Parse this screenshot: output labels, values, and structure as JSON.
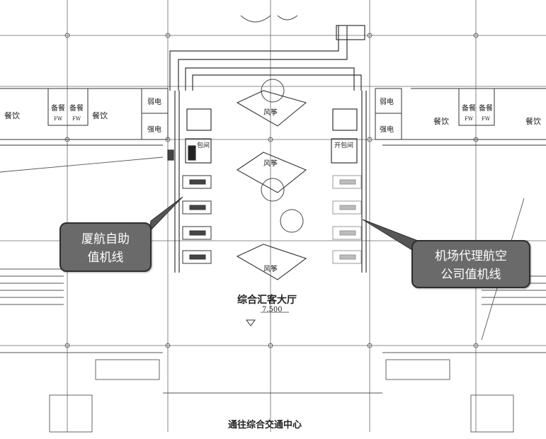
{
  "callouts": {
    "left": {
      "line1": "厦航自助",
      "line2": "值机线"
    },
    "right": {
      "line1": "机场代理航空",
      "line2": "公司值机线"
    }
  },
  "labels": {
    "hall_name": "综合汇客大厅",
    "elevation": "7.500",
    "bottom_caption": "通往综合交通中心",
    "restaurant": "餐饮",
    "prep": "备餐",
    "fw": "FW",
    "weak_elec": "弱电",
    "strong_elec": "强电",
    "fengzheng": "风筝",
    "luggage_room_left": "包间",
    "luggage_room_right": "开包间"
  },
  "colors": {
    "line": "#3a3a3a",
    "grid": "#555555",
    "callout_fill": "#6a6a6a",
    "callout_border": "#2e2e2e"
  }
}
